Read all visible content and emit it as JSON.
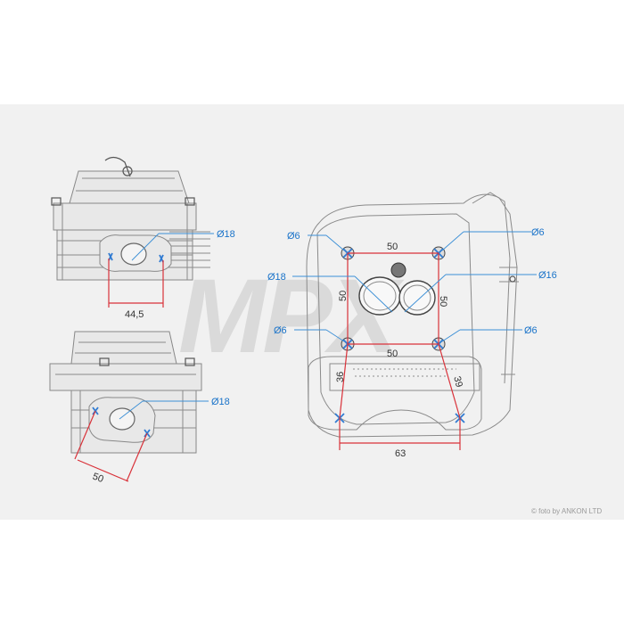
{
  "watermark": "MPX",
  "credit": "© foto by ANKON LTD",
  "top_left_view": {
    "port_diameter": "Ø18",
    "bolt_spacing": "44,5"
  },
  "bottom_left_view": {
    "port_diameter": "Ø18",
    "bolt_spacing": "50"
  },
  "right_view": {
    "hole_top_left": "Ø6",
    "hole_top_right": "Ø6",
    "hole_bottom_left": "Ø6",
    "hole_bottom_right": "Ø6",
    "valve_left": "Ø18",
    "valve_right": "Ø16",
    "top_spacing": "50",
    "bottom_spacing": "50",
    "left_height": "50",
    "right_height": "50",
    "left_lower": "36",
    "right_lower": "39",
    "base_width": "63"
  },
  "colors": {
    "dimension_line": "#d9323a",
    "leader_line": "#3b8fd6",
    "bolt_mark": "#2f7ad1",
    "band": "#f1f1f1"
  }
}
